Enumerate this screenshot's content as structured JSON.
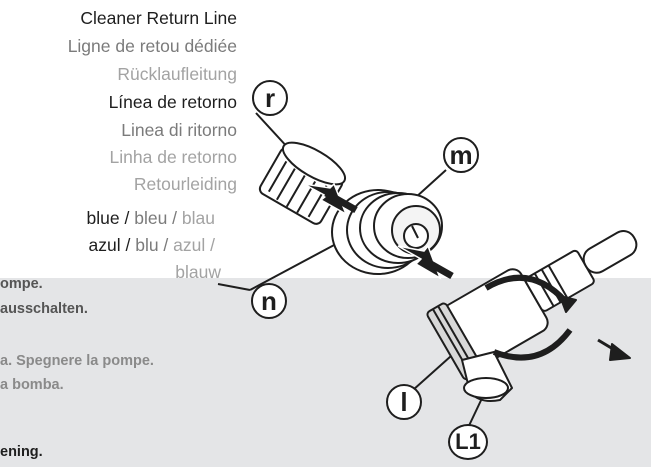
{
  "return_line_labels": [
    "Cleaner Return Line",
    "Ligne de retou dédiée",
    "Rücklaufleitung",
    "Línea de retorno",
    "Linea di ritorno",
    "Linha de retorno",
    "Retourleiding"
  ],
  "color_labels": {
    "line1": [
      "blue / ",
      "bleu / ",
      "blau"
    ],
    "line2": [
      "azul / ",
      "blu / ",
      "azul /"
    ],
    "line3": "blauw"
  },
  "instruction_fragments": [
    "ompe.",
    "ausschalten.",
    "a. Spegnere la pompe.",
    "a bomba.",
    "ening."
  ],
  "callouts": {
    "r": "r",
    "m": "m",
    "n": "n",
    "l": "l",
    "L1": "L1"
  },
  "colors": {
    "panel": "#e4e5e7",
    "ink": "#1e1e1e"
  }
}
